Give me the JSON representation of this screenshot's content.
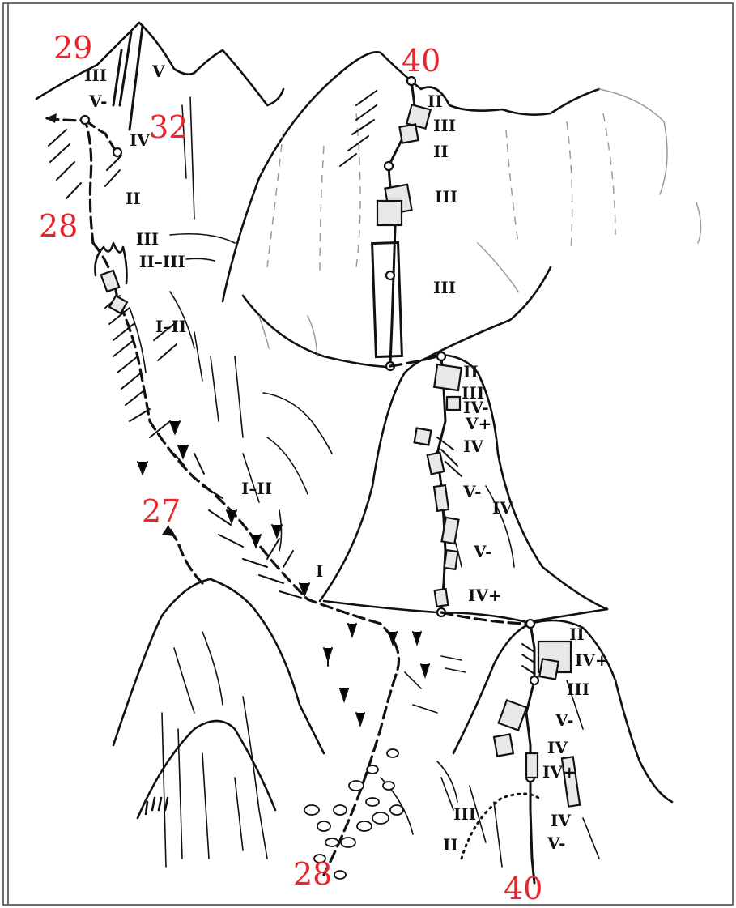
{
  "route_numbers": {
    "r29": "29",
    "r32": "32",
    "r28_upper": "28",
    "r27": "27",
    "r40_top": "40",
    "r28_bottom": "28",
    "r40_bottom": "40"
  },
  "grades": {
    "left_ridge": [
      "III",
      "V-",
      "V",
      "IV",
      "II",
      "III",
      "II–III",
      "I–II",
      "I–II",
      "I"
    ],
    "upper_dome": [
      "II",
      "III",
      "II",
      "III",
      "III"
    ],
    "middle_dome": [
      "II",
      "III",
      "IV-",
      "V+",
      "IV",
      "V-",
      "IV",
      "V-",
      "IV+"
    ],
    "lower_dome": [
      "II",
      "IV+",
      "III",
      "V-",
      "IV",
      "IV+",
      "III",
      "II",
      "IV",
      "V-"
    ]
  },
  "colors": {
    "route_number": "#e8262e",
    "ink": "#111111",
    "faint_ink": "#9a9a9a",
    "frame": "#6d6d6d",
    "block_fill": "#e8e8e8"
  }
}
